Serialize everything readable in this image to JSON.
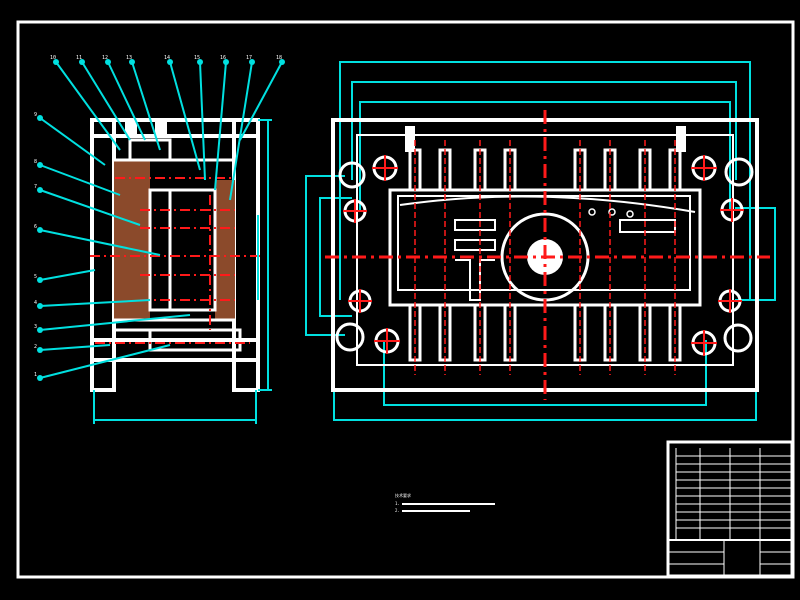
{
  "drawing": {
    "background": "#000000",
    "line_color": "#ffffff",
    "leader_color": "#00e0e0",
    "center_line_color": "#ff1a1a",
    "section_fill_color": "#8b4a2b"
  },
  "side_view": {
    "balloons": [
      "10",
      "11",
      "12",
      "13",
      "14",
      "15",
      "16",
      "17",
      "18",
      "9",
      "8",
      "7",
      "6",
      "5",
      "4",
      "3",
      "2",
      "1"
    ]
  },
  "notes": {
    "heading": "技术要求",
    "lines": [
      "1. ",
      "2. "
    ]
  },
  "title_block": {
    "cells": [
      "",
      "",
      ""
    ]
  }
}
